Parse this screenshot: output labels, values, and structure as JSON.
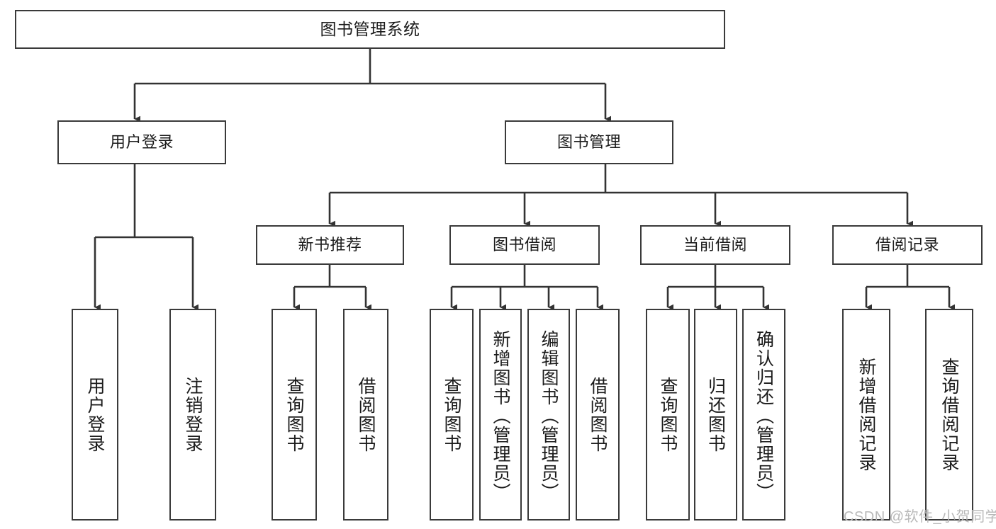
{
  "diagram": {
    "type": "tree",
    "orientation": "top-down",
    "title": "图书管理系统",
    "colors": {
      "box_border": "#3a3a3a",
      "box_fill": "#ffffff",
      "connector": "#333333",
      "text": "#1b1b1b",
      "watermark": "#b9b9b9",
      "background": "#ffffff"
    }
  },
  "root": {
    "label": "图书管理系统"
  },
  "level1": [
    {
      "label": "用户登录"
    },
    {
      "label": "图书管理"
    }
  ],
  "level2": [
    {
      "label": "新书推荐"
    },
    {
      "label": "图书借阅"
    },
    {
      "label": "当前借阅"
    },
    {
      "label": "借阅记录"
    }
  ],
  "leaves": {
    "user_login": [
      {
        "label": "用户登录"
      },
      {
        "label": "注销登录"
      }
    ],
    "new_book_recommend": [
      {
        "label": "查询图书"
      },
      {
        "label": "借阅图书"
      }
    ],
    "book_borrow": [
      {
        "label": "查询图书"
      },
      {
        "label": "新增图书（管理员）"
      },
      {
        "label": "编辑图书（管理员）"
      },
      {
        "label": "借阅图书"
      }
    ],
    "current_borrow": [
      {
        "label": "查询图书"
      },
      {
        "label": "归还图书"
      },
      {
        "label": "确认归还（管理员）"
      }
    ],
    "borrow_record": [
      {
        "label": "新增借阅记录"
      },
      {
        "label": "查询借阅记录"
      }
    ]
  },
  "watermark": {
    "text": "CSDN @软件_小贺同学"
  }
}
